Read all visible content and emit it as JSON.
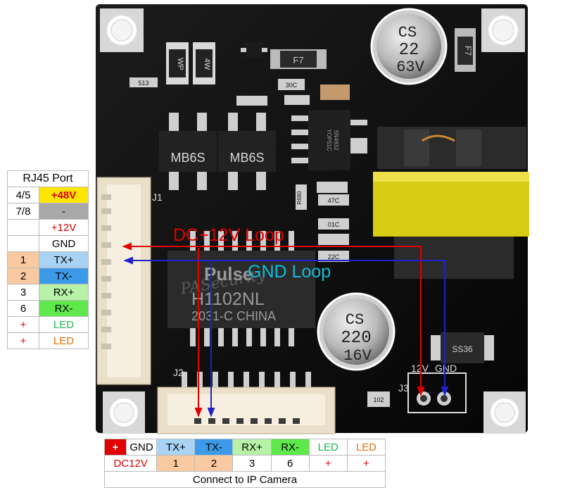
{
  "left_table": {
    "header": "RJ45 Port",
    "rows": [
      {
        "pin": "4/5",
        "label": "+48V"
      },
      {
        "pin": "7/8",
        "label": "-"
      },
      {
        "pin": "",
        "label": "+12V"
      },
      {
        "pin": "",
        "label": "GND"
      },
      {
        "pin": "1",
        "label": "TX+"
      },
      {
        "pin": "2",
        "label": "TX-"
      },
      {
        "pin": "3",
        "label": "RX+"
      },
      {
        "pin": "6",
        "label": "RX-"
      },
      {
        "pin": "+",
        "label": "LED"
      },
      {
        "pin": "+",
        "label": "LED"
      }
    ]
  },
  "bottom_table": {
    "top_row": [
      "+",
      "GND",
      "TX+",
      "TX-",
      "RX+",
      "RX-",
      "LED",
      "LED"
    ],
    "bottom_row": [
      "DC12V",
      "1",
      "2",
      "3",
      "6",
      "+",
      "+"
    ],
    "footer": "Connect to IP Camera"
  },
  "annotations": {
    "dc_loop": "DC+12V Loop",
    "gnd_loop": "GND Loop",
    "j3_12v": "12V",
    "j3_gnd": "GND"
  },
  "board_labels": {
    "j1": "J1",
    "j2": "J2",
    "j3": "J3",
    "bridge_left": "MB6S",
    "bridge_right": "MB6S",
    "cap_top": [
      "CS",
      "22",
      "63V"
    ],
    "cap_bottom": [
      "CS",
      "220",
      "16V"
    ],
    "transformer_chip": [
      "Pulse",
      "H1102NL",
      "2031-C  CHINA"
    ],
    "ic": [
      "SN4932",
      "YOP51C"
    ],
    "fuse_left": "F7",
    "fuse_right": "F7",
    "diode": "SS36",
    "watermark": "PASecurity",
    "smd": [
      "WP",
      "4W",
      "513",
      "30C",
      "R680",
      "47C",
      "01C",
      "22C",
      "102"
    ]
  },
  "colors": {
    "board": "#101010",
    "accent_red": "#e00000",
    "accent_blue": "#1f22c8",
    "gnd_text": "#0abfdc",
    "yellow_cell": "#ffe600",
    "gray_cell": "#a8a8a8",
    "orange_cell": "#f9c9a1",
    "blue_cell": "#a9d3f5",
    "green_cell": "#5ee84b",
    "led_green": "#1db84a",
    "led_orange": "#e07000"
  }
}
